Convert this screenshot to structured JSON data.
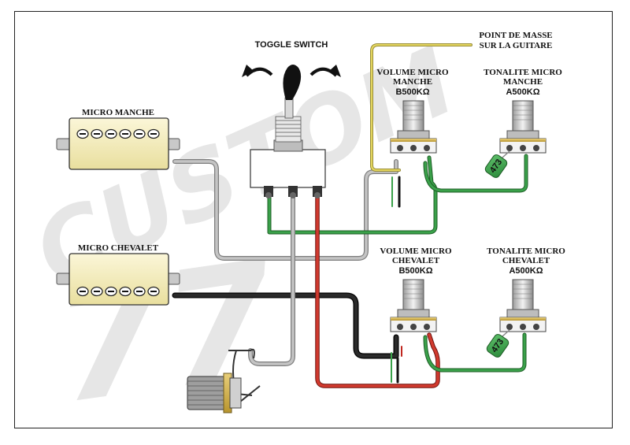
{
  "watermark": {
    "brand": "CUSTOM",
    "number": "77"
  },
  "toggle_switch": {
    "label": "TOGGLE SWITCH"
  },
  "ground_point": {
    "line1": "POINT DE MASSE",
    "line2": "SUR LA GUITARE"
  },
  "pickups": {
    "neck": {
      "label": "MICRO MANCHE"
    },
    "bridge": {
      "label": "MICRO CHEVALET"
    }
  },
  "pots": {
    "volume_neck": {
      "line1": "VOLUME MICRO",
      "line2": "MANCHE",
      "value": "B500KΩ"
    },
    "tone_neck": {
      "line1": "TONALITE MICRO",
      "line2": "MANCHE",
      "value": "A500KΩ"
    },
    "volume_bridge": {
      "line1": "VOLUME MICRO",
      "line2": "CHEVALET",
      "value": "B500KΩ"
    },
    "tone_bridge": {
      "line1": "TONALITE MICRO",
      "line2": "CHEVALET",
      "value": "A500KΩ"
    }
  },
  "capacitor": {
    "label": "473"
  },
  "wire_colors": {
    "gray": "#9a9a9a",
    "black": "#1a1a1a",
    "red": "#c0261e",
    "green": "#2e8f3a",
    "yellow": "#d8c84a"
  }
}
